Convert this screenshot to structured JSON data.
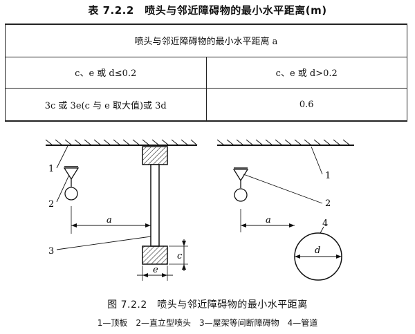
{
  "table": {
    "title": "表 7.2.2　喷头与邻近障碍物的最小水平距离(m)",
    "header": "喷头与邻近障碍物的最小水平距离 a",
    "col1_header": "c、e 或 d≤0.2",
    "col2_header": "c、e 或 d>0.2",
    "col1_value": "3c 或 3e(c 与 e 取大值)或 3d",
    "col2_value": "0.6"
  },
  "figure": {
    "labels": {
      "ceiling_left": "1",
      "sprinkler_left": "2",
      "obstacle": "3",
      "ceiling_right": "1",
      "sprinkler_right": "2",
      "pipe": "4"
    },
    "dims": {
      "a_left": "a",
      "a_right": "a",
      "c": "c",
      "e": "e",
      "d": "d"
    },
    "caption": "图 7.2.2　喷头与邻近障碍物的最小水平距离",
    "legend": "1—顶板　2—直立型喷头　3—屋架等间断障碍物　4—管道"
  }
}
